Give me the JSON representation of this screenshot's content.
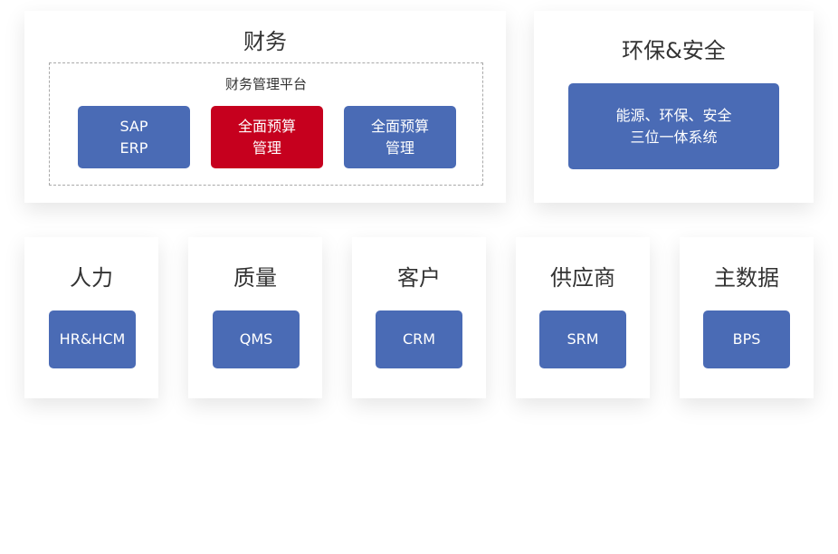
{
  "colors": {
    "tile_blue": "#4a6bb5",
    "tile_red": "#c6001e"
  },
  "finance": {
    "title": "财务",
    "platform_label": "财务管理平台",
    "systems": [
      {
        "label": "SAP\nERP",
        "color": "blue"
      },
      {
        "label": "全面预算\n管理",
        "color": "red"
      },
      {
        "label": "全面预算\n管理",
        "color": "blue"
      }
    ]
  },
  "ehs": {
    "title": "环保&安全",
    "system": "能源、环保、安全\n三位一体系统"
  },
  "modules": [
    {
      "title": "人力",
      "system": "HR&HCM"
    },
    {
      "title": "质量",
      "system": "QMS"
    },
    {
      "title": "客户",
      "system": "CRM"
    },
    {
      "title": "供应商",
      "system": "SRM"
    },
    {
      "title": "主数据",
      "system": "BPS"
    }
  ]
}
